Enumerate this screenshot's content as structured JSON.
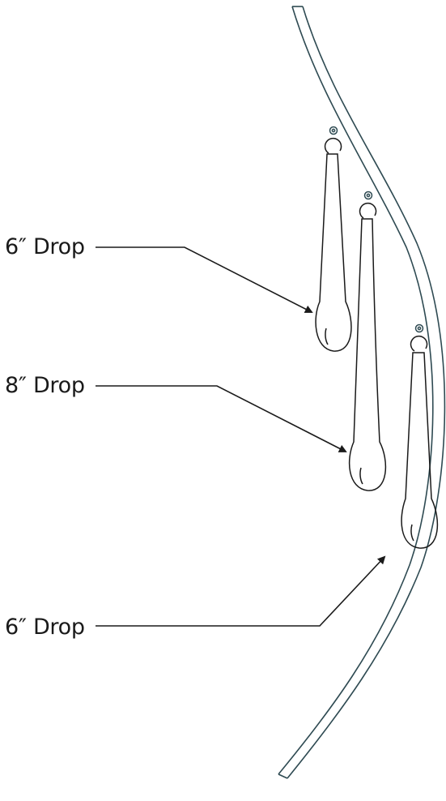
{
  "labels": [
    {
      "text": "6″ Drop"
    },
    {
      "text": "8″ Drop"
    },
    {
      "text": "6″ Drop"
    }
  ],
  "colors": {
    "arch_stroke": "#2e4a52",
    "drop_stroke": "#1a1a1a",
    "text": "#1a1a1a",
    "background": "#ffffff"
  }
}
